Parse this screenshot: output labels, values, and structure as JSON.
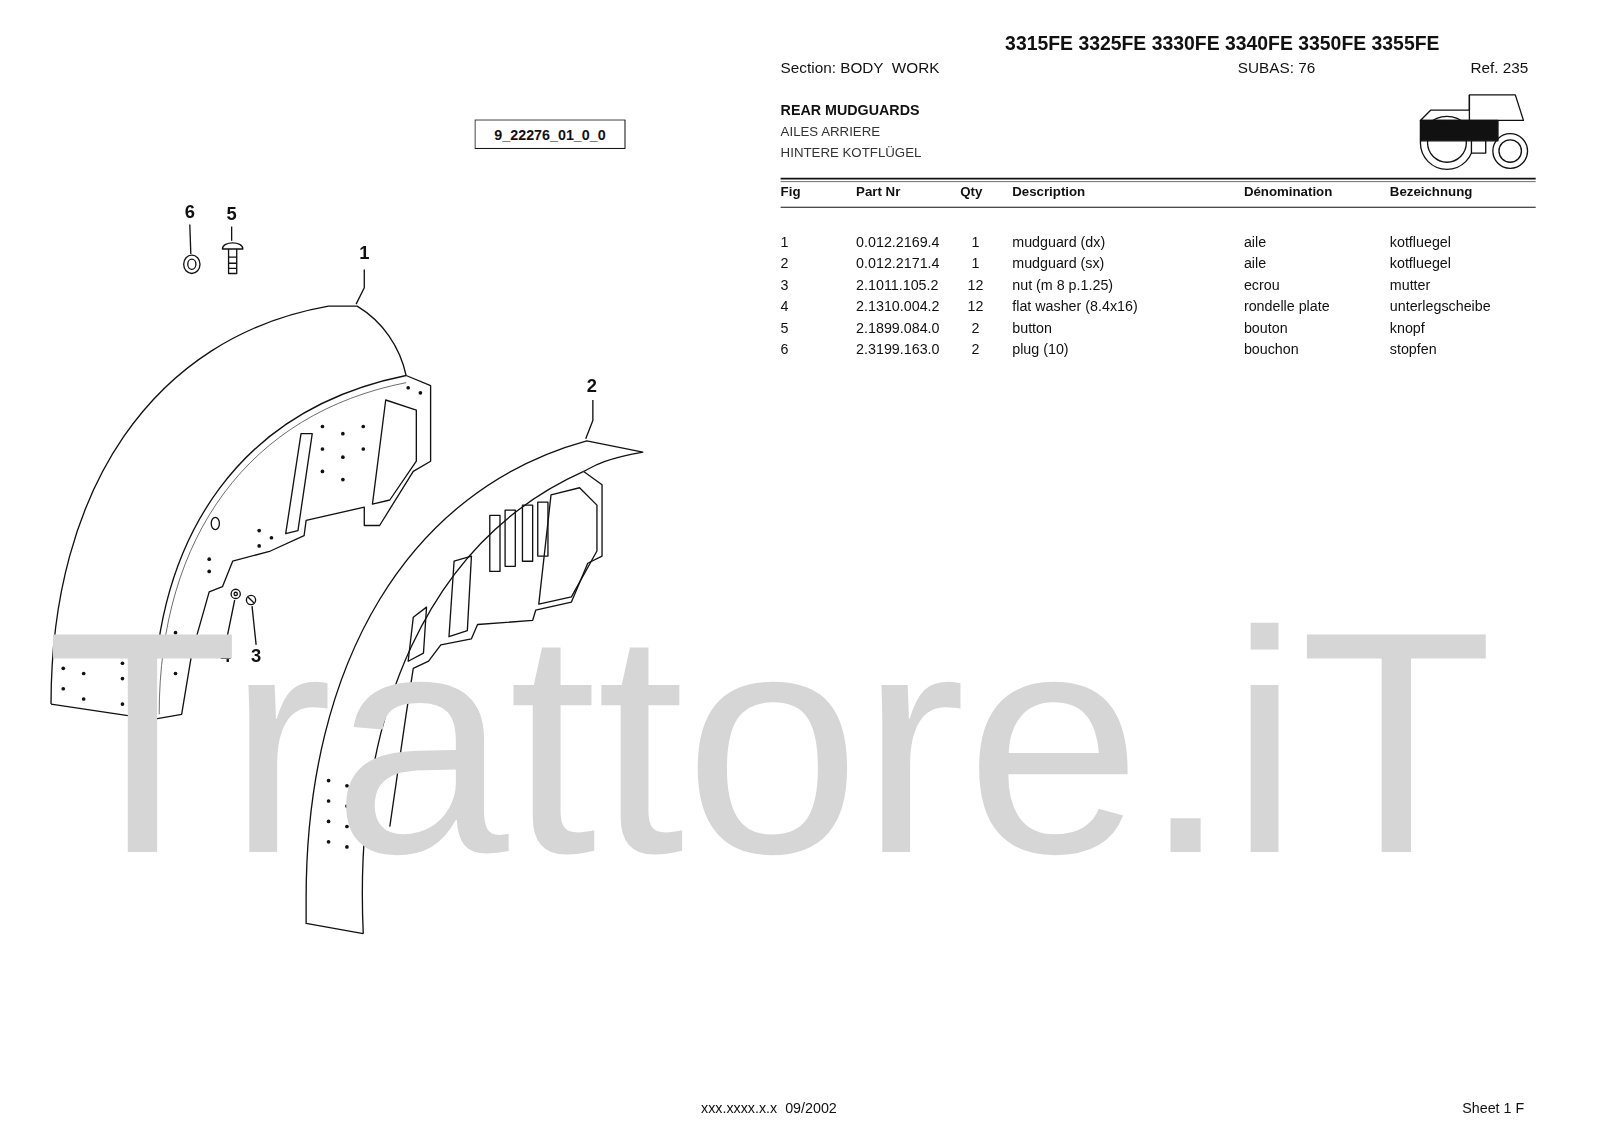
{
  "diagram": {
    "title": "3315FE 3325FE 3330FE 3340FE 3350FE 3355FE",
    "nodes": [
      {
        "text": [
          "9_22276_01_0_0"
        ]
      }
    ],
    "labels": [
      "Section: BODY  WORK",
      "SUBAS: 76",
      "Ref. 235",
      "REAR MUDGUARDS",
      "AILES ARRIERE",
      "HINTERE KOTFLÜGEL",
      "Fig",
      "Part Nr",
      "Qty",
      "Description",
      "Dénomination",
      "Bezeichnung",
      "1",
      "0.012.2169.4",
      "1",
      "mudguard (dx)",
      "aile",
      "kotfluegel",
      "2",
      "0.012.2171.4",
      "1",
      "mudguard (sx)",
      "aile",
      "kotfluegel",
      "3",
      "2.1011.105.2",
      "12",
      "nut (m 8 p.1.25)",
      "ecrou",
      "mutter",
      "4",
      "2.1310.004.2",
      "12",
      "flat washer (8.4x16)",
      "rondelle plate",
      "unterlegscheibe",
      "5",
      "2.1899.084.0",
      "2",
      "button",
      "bouton",
      "knopf",
      "6",
      "2.3199.163.0",
      "2",
      "plug (10)",
      "bouchon",
      "stopfen",
      "1",
      "2",
      "3",
      "4",
      "5",
      "6",
      "Trattore.iT",
      "xxx.xxxx.x.x  09/2002",
      "Sheet 1 F"
    ]
  }
}
